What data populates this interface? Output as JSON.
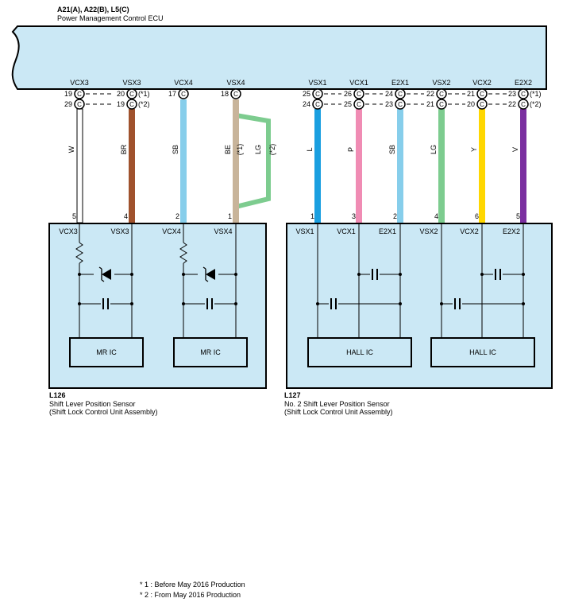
{
  "ecu": {
    "connectors": "A21(A), A22(B), L5(C)",
    "name": "Power Management Control ECU",
    "connector_letter": "C",
    "terminal_labels": [
      "VCX3",
      "VSX3",
      "VCX4",
      "VSX4",
      "VSX1",
      "VCX1",
      "E2X1",
      "VSX2",
      "VCX2",
      "E2X2"
    ],
    "pins_row1": [
      "19",
      "20",
      "17",
      "18",
      "25",
      "26",
      "24",
      "22",
      "21",
      "23"
    ],
    "pins_row2": [
      "29",
      "19",
      "24",
      "25",
      "23",
      "21",
      "20",
      "22"
    ],
    "variant_row1": "(*1)",
    "variant_row2": "(*2)"
  },
  "wires": {
    "colors": [
      "W",
      "BR",
      "SB",
      "BE",
      "L",
      "P",
      "SB",
      "LG",
      "Y",
      "V"
    ],
    "variant_wire": "LG",
    "variant_note1": "(*1)",
    "variant_note2": "(*2)",
    "hex": {
      "W": "#ffffff",
      "BR": "#a0522d",
      "SB": "#87ceeb",
      "BE": "#c8b49a",
      "L": "#1a9fe0",
      "P": "#f08cb4",
      "LG": "#7dcc8f",
      "Y": "#ffd700",
      "V": "#7b2fa0"
    }
  },
  "sensor1": {
    "id": "L126",
    "name": "Shift Lever Position Sensor",
    "sub": "(Shift Lock Control Unit Assembly)",
    "pins": [
      "5",
      "4",
      "2",
      "1"
    ],
    "terminals": [
      "VCX3",
      "VSX3",
      "VCX4",
      "VSX4"
    ],
    "ic1": "MR IC",
    "ic2": "MR IC"
  },
  "sensor2": {
    "id": "L127",
    "name": "No. 2 Shift Lever Position Sensor",
    "sub": "(Shift Lock Control Unit Assembly)",
    "pins": [
      "1",
      "3",
      "2",
      "4",
      "6",
      "5"
    ],
    "terminals": [
      "VSX1",
      "VCX1",
      "E2X1",
      "VSX2",
      "VCX2",
      "E2X2"
    ],
    "ic1": "HALL IC",
    "ic2": "HALL IC"
  },
  "notes": [
    "* 1 : Before May 2016 Production",
    "* 2 : From May 2016 Production"
  ]
}
